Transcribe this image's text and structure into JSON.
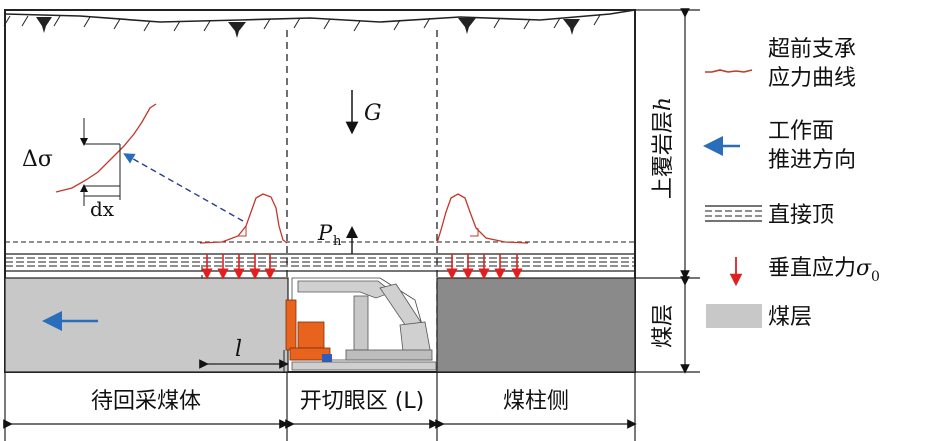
{
  "labels": {
    "gravity": "G",
    "ph_base": "P",
    "ph_sub": "h",
    "delta_sigma": "Δσ",
    "dx": "dx",
    "l": "l"
  },
  "legend": {
    "curve": [
      "超前支承",
      "应力曲线"
    ],
    "advance": [
      "工作面",
      "推进方向"
    ],
    "roof": "直接顶",
    "vstress_text": "垂直应力",
    "vstress_sym": "σ",
    "vstress_sub": "0",
    "coal": "煤层"
  },
  "side": {
    "overburden": "上覆岩层",
    "overburden_h": "h",
    "coal": "煤层"
  },
  "bottom": {
    "left": "待回采煤体",
    "middle": "开切眼区 (L)",
    "right": "煤柱侧"
  },
  "colors": {
    "curve": "#c0392b",
    "arrow_red": "#e02020",
    "advance_blue": "#2a6ebb",
    "coal_light": "#c8c8c8",
    "coal_dark": "#8a8a8a",
    "support_orange": "#e8641e",
    "support_gray": "#d0d0d0"
  }
}
